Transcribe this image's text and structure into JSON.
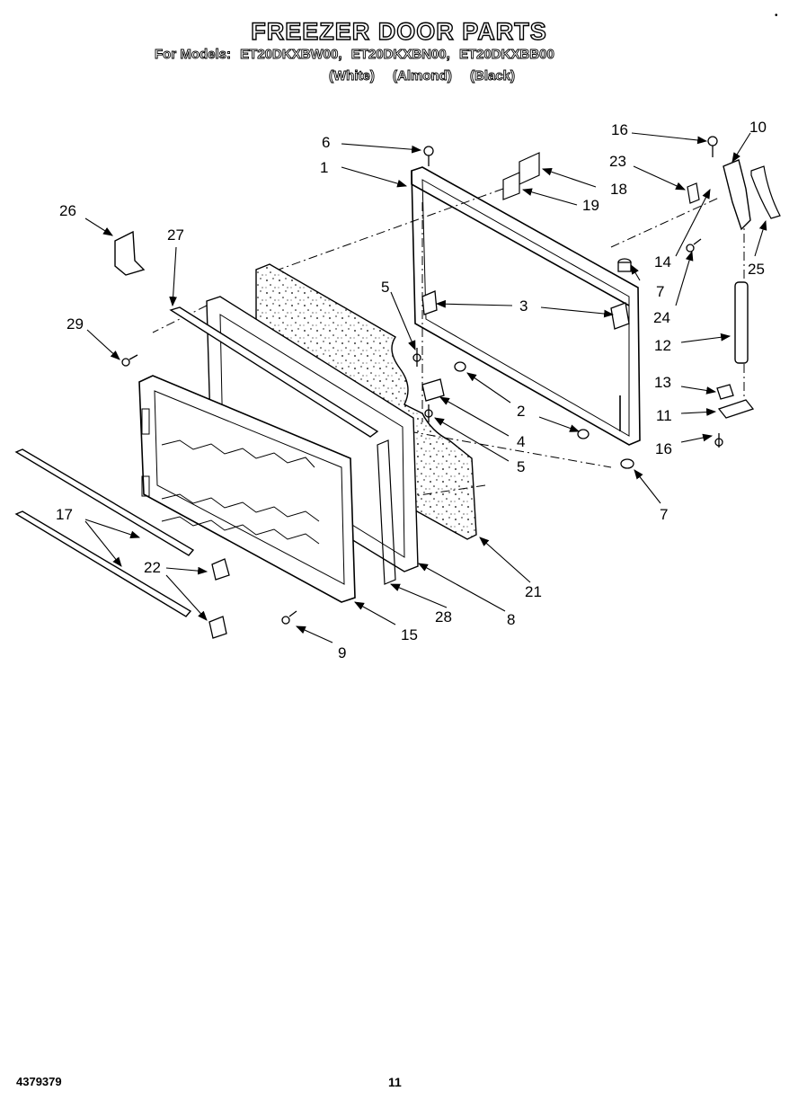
{
  "header": {
    "title": "FREEZER DOOR PARTS",
    "models_prefix": "For Models:",
    "models": [
      "ET20DKXBW00,",
      "ET20DKXBN00,",
      "ET20DKXBB00"
    ],
    "colors": [
      "(White)",
      "(Almond)",
      "(Black)"
    ]
  },
  "callouts": {
    "c1": "1",
    "c2a": "2",
    "c3": "3",
    "c4": "4",
    "c5a": "5",
    "c5b": "5",
    "c6": "6",
    "c7a": "7",
    "c7b": "7",
    "c8": "8",
    "c9": "9",
    "c10": "10",
    "c11": "11",
    "c12": "12",
    "c13": "13",
    "c14": "14",
    "c15": "15",
    "c16a": "16",
    "c16b": "16",
    "c17": "17",
    "c18": "18",
    "c19": "19",
    "c21": "21",
    "c22": "22",
    "c23": "23",
    "c24": "24",
    "c25": "25",
    "c26": "26",
    "c27": "27",
    "c28": "28",
    "c29": "29"
  },
  "footer": {
    "code": "4379379",
    "page": "11"
  }
}
